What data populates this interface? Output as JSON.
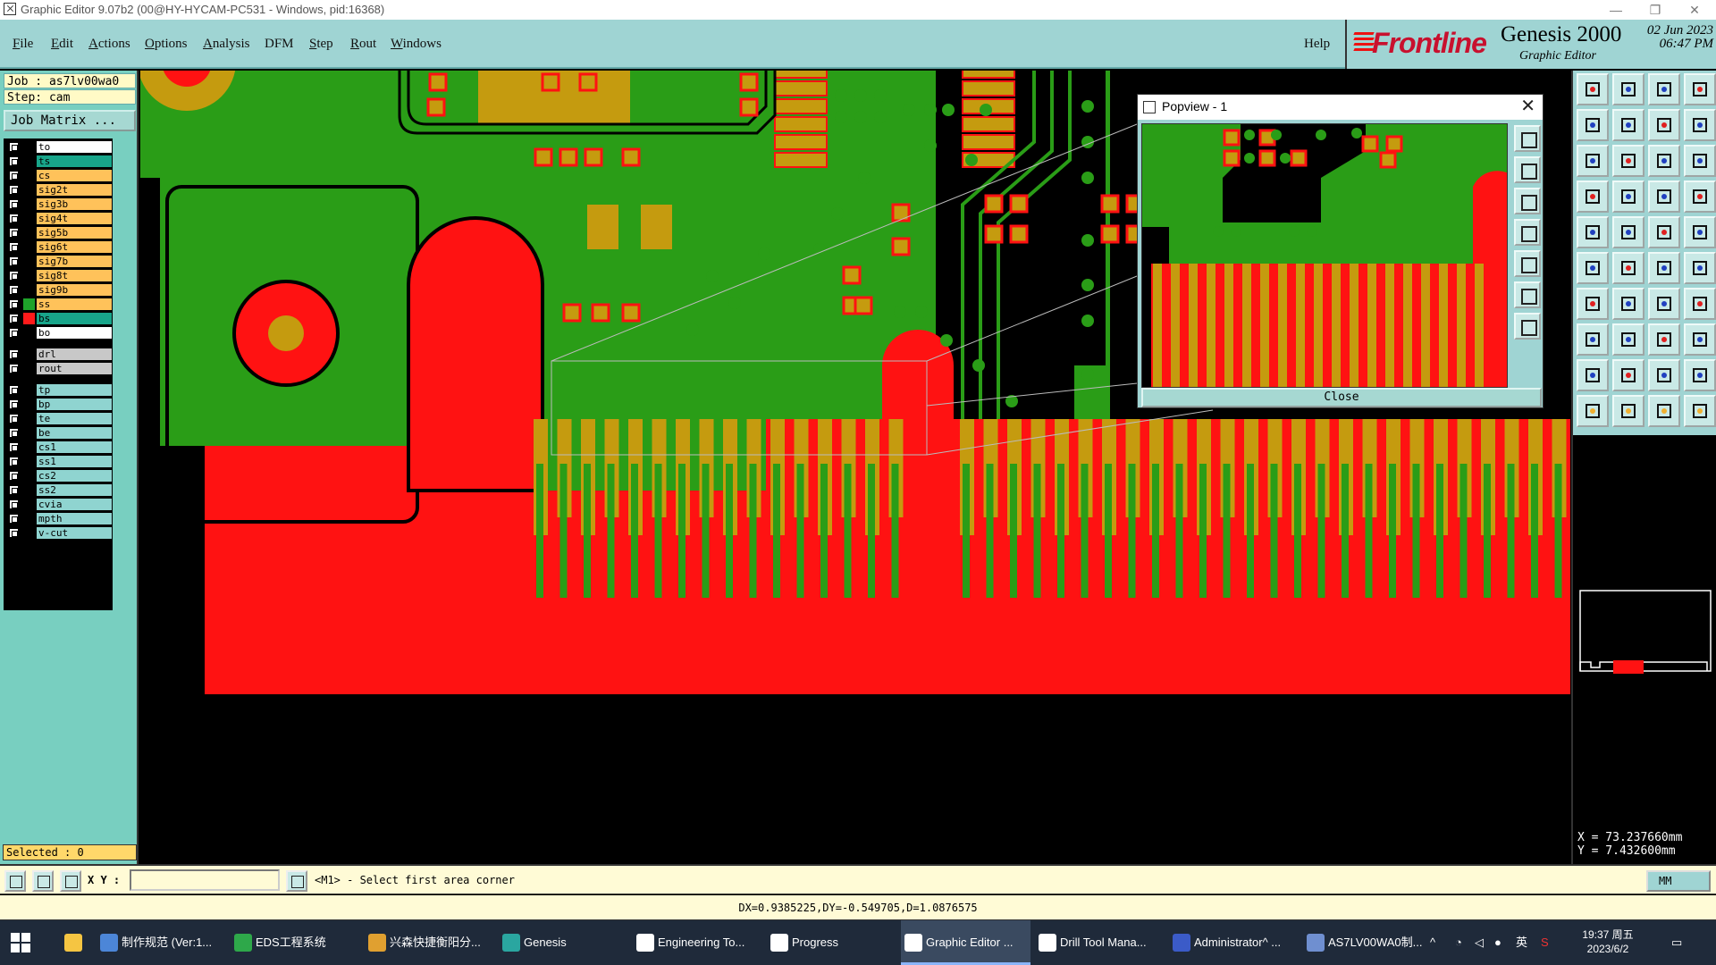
{
  "titlebar": {
    "title": "Graphic Editor 9.07b2 (00@HY-HYCAM-PC531 - Windows, pid:16368)",
    "minimize": "—",
    "restore": "❐",
    "close": "✕"
  },
  "menubar": {
    "items": [
      {
        "ul": "F",
        "rest": "ile"
      },
      {
        "ul": "E",
        "rest": "dit"
      },
      {
        "ul": "A",
        "rest": "ctions"
      },
      {
        "ul": "O",
        "rest": "ptions"
      },
      {
        "ul": "A",
        "rest": "nalysis"
      },
      {
        "ul": "",
        "rest": "DFM"
      },
      {
        "ul": "S",
        "rest": "tep"
      },
      {
        "ul": "R",
        "rest": "out"
      },
      {
        "ul": "W",
        "rest": "indows"
      }
    ],
    "help": "Help"
  },
  "brand": {
    "logo": "Frontline",
    "product": "Genesis 2000",
    "subtitle": "Graphic Editor",
    "date": "02 Jun 2023",
    "time": "06:47 PM"
  },
  "left": {
    "job": "Job : as7lv00wa0",
    "step": "Step: cam",
    "job_matrix": "Job Matrix ...",
    "selected": "Selected : 0",
    "layers": [
      {
        "name": "to",
        "color": "#ffffff",
        "marker": "#000000"
      },
      {
        "name": "ts",
        "color": "#18a58a",
        "marker": "#000000"
      },
      {
        "name": "cs",
        "color": "#ffc25a",
        "marker": "#000000"
      },
      {
        "name": "sig2t",
        "color": "#ffc25a",
        "marker": "#000000"
      },
      {
        "name": "sig3b",
        "color": "#ffc25a",
        "marker": "#000000"
      },
      {
        "name": "sig4t",
        "color": "#ffc25a",
        "marker": "#000000"
      },
      {
        "name": "sig5b",
        "color": "#ffc25a",
        "marker": "#000000"
      },
      {
        "name": "sig6t",
        "color": "#ffc25a",
        "marker": "#000000"
      },
      {
        "name": "sig7b",
        "color": "#ffc25a",
        "marker": "#000000"
      },
      {
        "name": "sig8t",
        "color": "#ffc25a",
        "marker": "#000000"
      },
      {
        "name": "sig9b",
        "color": "#ffc25a",
        "marker": "#000000"
      },
      {
        "name": "ss",
        "color": "#ffc25a",
        "marker": "#1ea32a"
      },
      {
        "name": "bs",
        "color": "#18a58a",
        "marker": "#ff1a1a"
      },
      {
        "name": "bo",
        "color": "#ffffff",
        "marker": "#000000"
      },
      {
        "name": "drl",
        "color": "#c8c8c8",
        "marker": "#000000"
      },
      {
        "name": "rout",
        "color": "#c8c8c8",
        "marker": "#000000"
      },
      {
        "name": "tp",
        "color": "#8fd4d0",
        "marker": "#000000"
      },
      {
        "name": "bp",
        "color": "#8fd4d0",
        "marker": "#000000"
      },
      {
        "name": "te",
        "color": "#8fd4d0",
        "marker": "#000000"
      },
      {
        "name": "be",
        "color": "#8fd4d0",
        "marker": "#000000"
      },
      {
        "name": "cs1",
        "color": "#8fd4d0",
        "marker": "#000000"
      },
      {
        "name": "ss1",
        "color": "#8fd4d0",
        "marker": "#000000"
      },
      {
        "name": "cs2",
        "color": "#8fd4d0",
        "marker": "#000000"
      },
      {
        "name": "ss2",
        "color": "#8fd4d0",
        "marker": "#000000"
      },
      {
        "name": "cvia",
        "color": "#8fd4d0",
        "marker": "#000000"
      },
      {
        "name": "mpth",
        "color": "#8fd4d0",
        "marker": "#000000"
      },
      {
        "name": "v-cut",
        "color": "#8fd4d0",
        "marker": "#000000"
      }
    ]
  },
  "popview": {
    "title": "Popview - 1",
    "close_button": "Close",
    "close_icon": "✕"
  },
  "coords": {
    "x": "X = 73.237660mm",
    "y": "Y = 7.432600mm"
  },
  "cmdbar": {
    "xy_label": "X Y :",
    "input_value": "",
    "prompt": "<M1> - Select first area corner",
    "units": "MM"
  },
  "status": {
    "text": "DX=0.9385225,DY=-0.549705,D=1.0876575"
  },
  "taskbar": {
    "tasks": [
      {
        "label": "制作规范 (Ver:1...",
        "icon": "document-icon",
        "color": "#4c86d8"
      },
      {
        "label": "EDS工程系统",
        "icon": "eds-icon",
        "color": "#2ea84a"
      },
      {
        "label": "兴森快捷衡阳分...",
        "icon": "browser-icon",
        "color": "#e0a030"
      },
      {
        "label": "Genesis",
        "icon": "genesis-icon",
        "color": "#2aa6a0"
      },
      {
        "label": "Engineering To...",
        "icon": "x-window-icon",
        "color": "#ffffff"
      },
      {
        "label": "Progress",
        "icon": "x-window-icon",
        "color": "#ffffff"
      },
      {
        "label": "Graphic Editor ...",
        "icon": "x-window-icon",
        "color": "#ffffff"
      },
      {
        "label": "Drill Tool Mana...",
        "icon": "x-window-icon",
        "color": "#ffffff"
      },
      {
        "label": "Administrator^ ...",
        "icon": "save-icon",
        "color": "#3b5bc8"
      },
      {
        "label": "AS7LV00WA0制...",
        "icon": "image-icon",
        "color": "#6f8fd0"
      }
    ],
    "ime": "英",
    "clock_time": "19:37 周五",
    "clock_date": "2023/6/2"
  },
  "colors": {
    "board_green": "#2a9d17",
    "copper_red": "#ff1212",
    "pad_gold": "#c59b0f",
    "panel_teal": "#9fd4d3"
  }
}
